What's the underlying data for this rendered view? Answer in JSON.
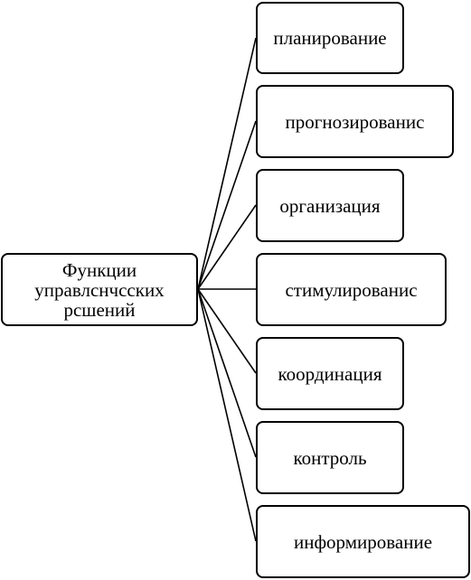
{
  "root": {
    "lines": [
      "Функции",
      "управлснчсских",
      "рсшений"
    ]
  },
  "functions": [
    "планирование",
    "прогнозированис",
    "организация",
    "стимулированис",
    "координация",
    "контроль",
    "информирование"
  ],
  "colors": {
    "stroke": "#000000",
    "background": "#ffffff"
  }
}
